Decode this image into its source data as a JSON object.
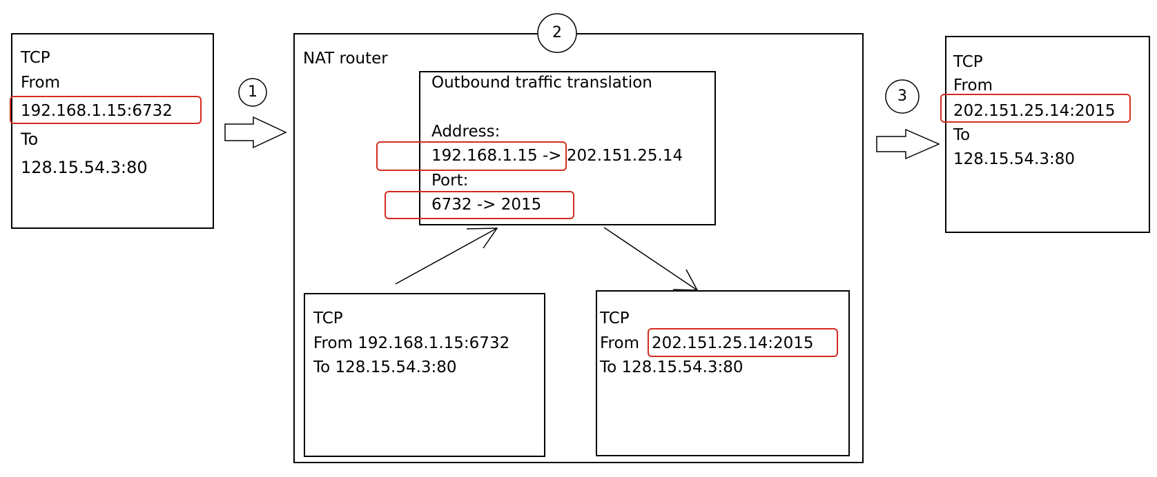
{
  "steps": [
    "1",
    "2",
    "3"
  ],
  "packet_in": {
    "protocol": "TCP",
    "from_label": "From",
    "from_value": "192.168.1.15:6732",
    "to_label": "To",
    "to_value": "128.15.54.3:80"
  },
  "router": {
    "title": "NAT router",
    "translation": {
      "title": "Outbound traffic translation",
      "address_label": "Address:",
      "address_value": "192.168.1.15 -> 202.151.25.14",
      "port_label": "Port:",
      "port_value": "6732 -> 2015"
    },
    "before": {
      "protocol": "TCP",
      "from_line": "From 192.168.1.15:6732",
      "to_line": "To 128.15.54.3:80"
    },
    "after": {
      "protocol": "TCP",
      "from_label": "From",
      "from_value": "202.151.25.14:2015",
      "to_line": "To 128.15.54.3:80"
    }
  },
  "packet_out": {
    "protocol": "TCP",
    "from_label": "From",
    "from_value": "202.151.25.14:2015",
    "to_label": "To",
    "to_value": "128.15.54.3:80"
  },
  "colors": {
    "highlight": "#d42a1e",
    "line": "#000000"
  }
}
